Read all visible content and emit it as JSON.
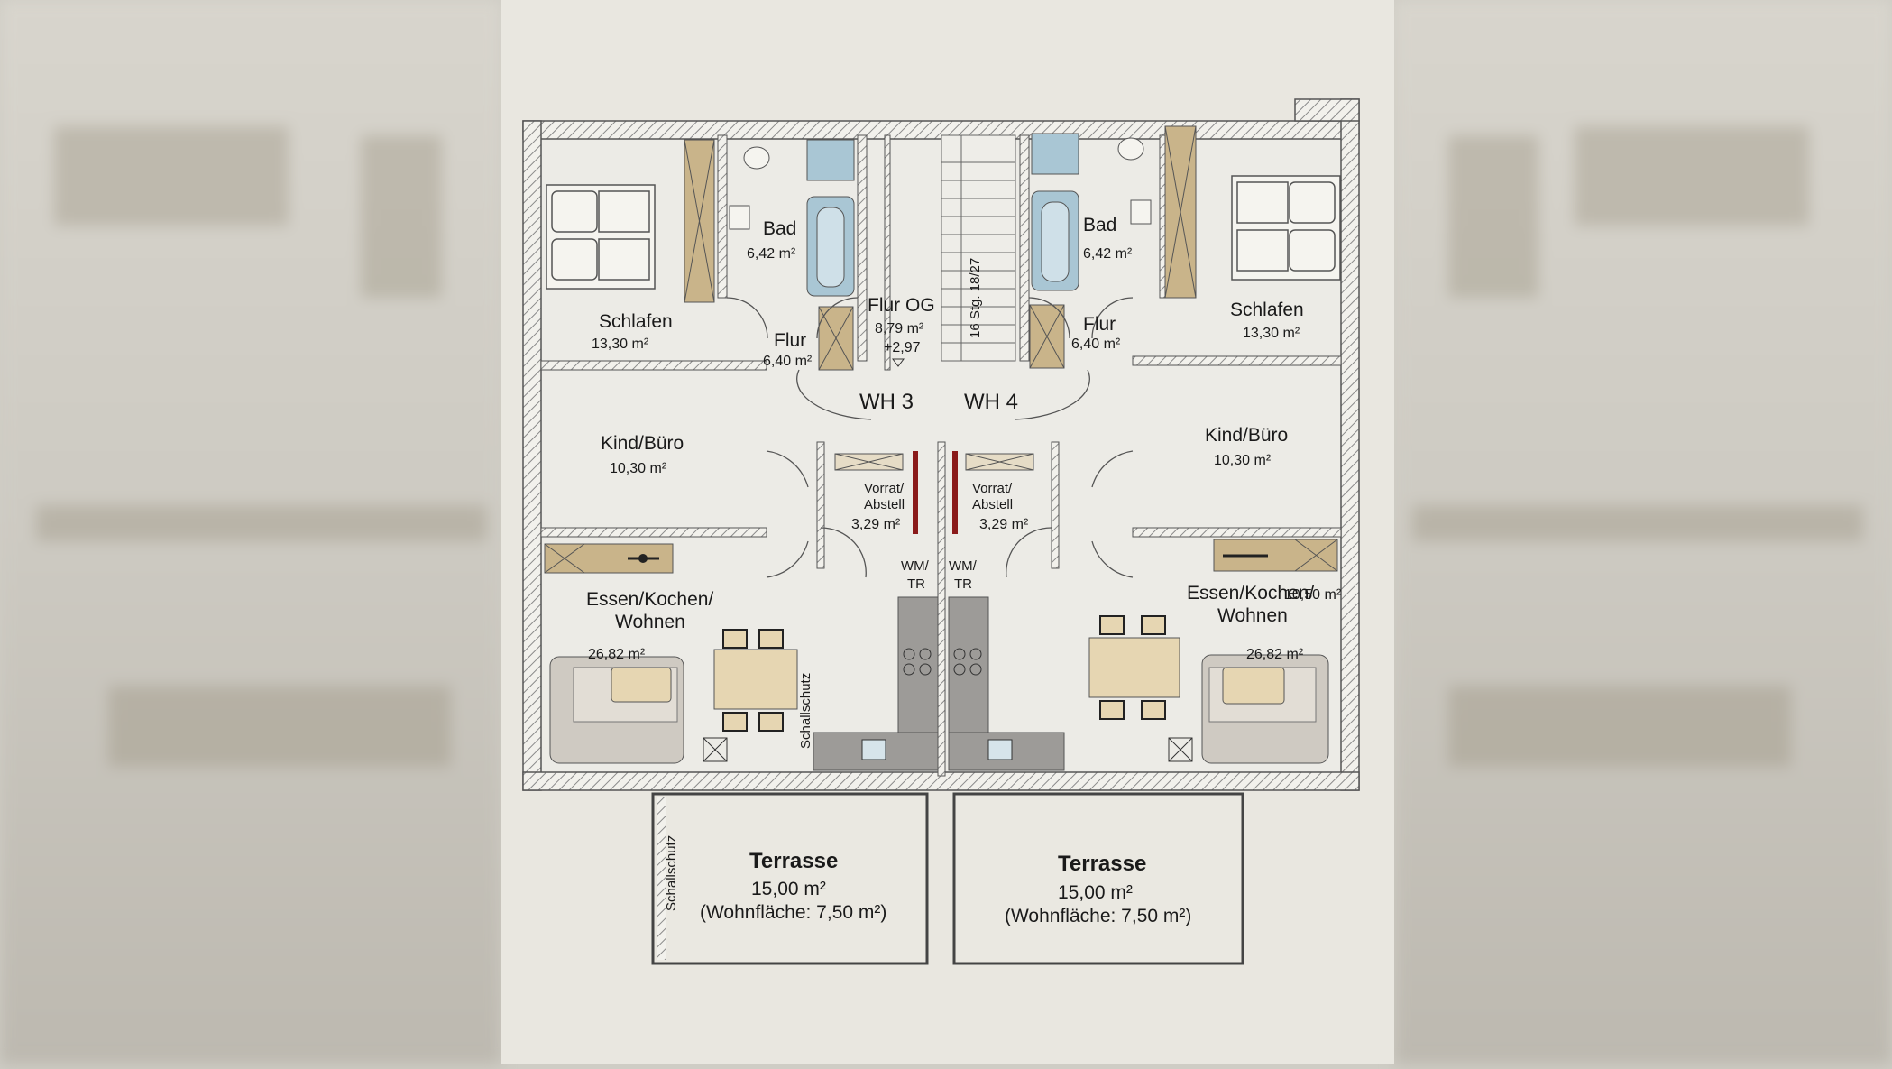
{
  "plan": {
    "left_unit": {
      "schlafen": {
        "name": "Schlafen",
        "area": "13,30 m²"
      },
      "bad": {
        "name": "Bad",
        "area": "6,42 m²"
      },
      "flur": {
        "name": "Flur",
        "area": "6,40 m²"
      },
      "kind": {
        "name": "Kind/Büro",
        "area": "10,30 m²"
      },
      "vorrat": {
        "line1": "Vorrat/",
        "line2": "Abstell",
        "area": "3,29 m²"
      },
      "wm": {
        "line1": "WM/",
        "line2": "TR"
      },
      "essen": {
        "line1": "Essen/Kochen/",
        "line2": "Wohnen",
        "area": "26,82 m²"
      },
      "schallschutz": "Schallschutz",
      "unit_label": "WH 3"
    },
    "right_unit": {
      "schlafen": {
        "name": "Schlafen",
        "area": "13,30 m²"
      },
      "bad": {
        "name": "Bad",
        "area": "6,42 m²"
      },
      "flur": {
        "name": "Flur",
        "area": "6,40 m²"
      },
      "kind": {
        "name": "Kind/Büro",
        "area": "10,30 m²"
      },
      "vorrat": {
        "line1": "Vorrat/",
        "line2": "Abstell",
        "area": "3,29 m²"
      },
      "wm": {
        "line1": "WM/",
        "line2": "TR"
      },
      "essen": {
        "line1": "Essen/Kochen/",
        "line2": "Wohnen",
        "area": "26,82 m²",
        "overlap": "10,50 m²"
      },
      "unit_label": "WH 4"
    },
    "flur_og": {
      "name": "Flur OG",
      "area": "8,79 m²",
      "level": "+2,97"
    },
    "stairs": "16 Stg. 18/27",
    "terrace_left": {
      "name": "Terrasse",
      "area": "15,00 m²",
      "wohnflaeche": "(Wohnfläche: 7,50 m²)",
      "schallschutz": "Schallschutz"
    },
    "terrace_right": {
      "name": "Terrasse",
      "area": "15,00 m²",
      "wohnflaeche": "(Wohnfläche: 7,50 m²)"
    }
  },
  "colors": {
    "wall_hatch": "#8a8a8a",
    "wardrobe": "#c9b48a",
    "bath": "#a9c6d4",
    "sofa": "#cfcac2",
    "table": "#e6d6b2",
    "storage_red": "#8a1a1a"
  }
}
